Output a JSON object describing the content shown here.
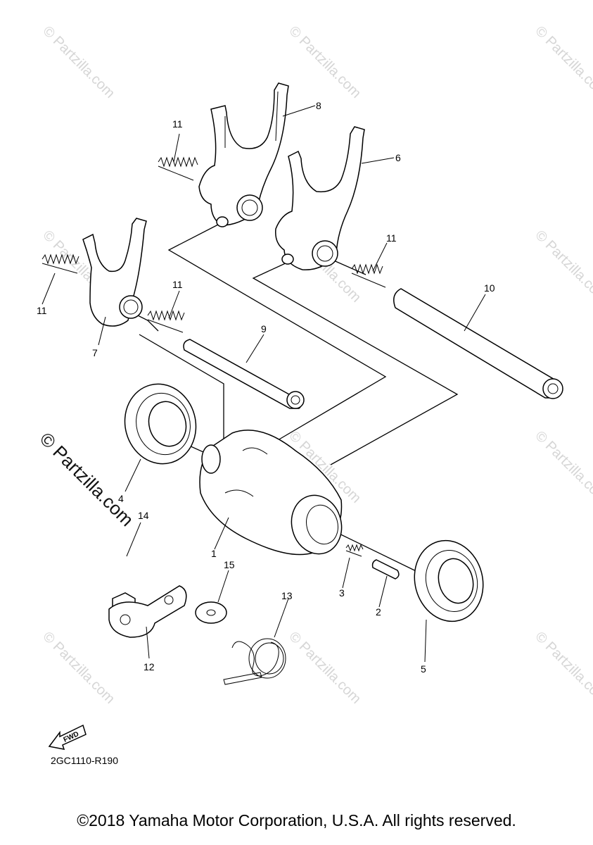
{
  "labels": {
    "p1": "1",
    "p2": "2",
    "p3": "3",
    "p4": "4",
    "p5": "5",
    "p6": "6",
    "p7": "7",
    "p8": "8",
    "p9": "9",
    "p10": "10",
    "p11a": "11",
    "p11b": "11",
    "p11c": "11",
    "p11d": "11",
    "p12": "12",
    "p13": "13",
    "p14": "14",
    "p15": "15"
  },
  "watermark": {
    "small": "© Partzilla.com",
    "large": "© Partzilla.com"
  },
  "fwd_label": "FWD",
  "diagram_code": "2GC1110-R190",
  "footer": "©2018 Yamaha Motor Corporation, U.S.A. All rights reserved."
}
